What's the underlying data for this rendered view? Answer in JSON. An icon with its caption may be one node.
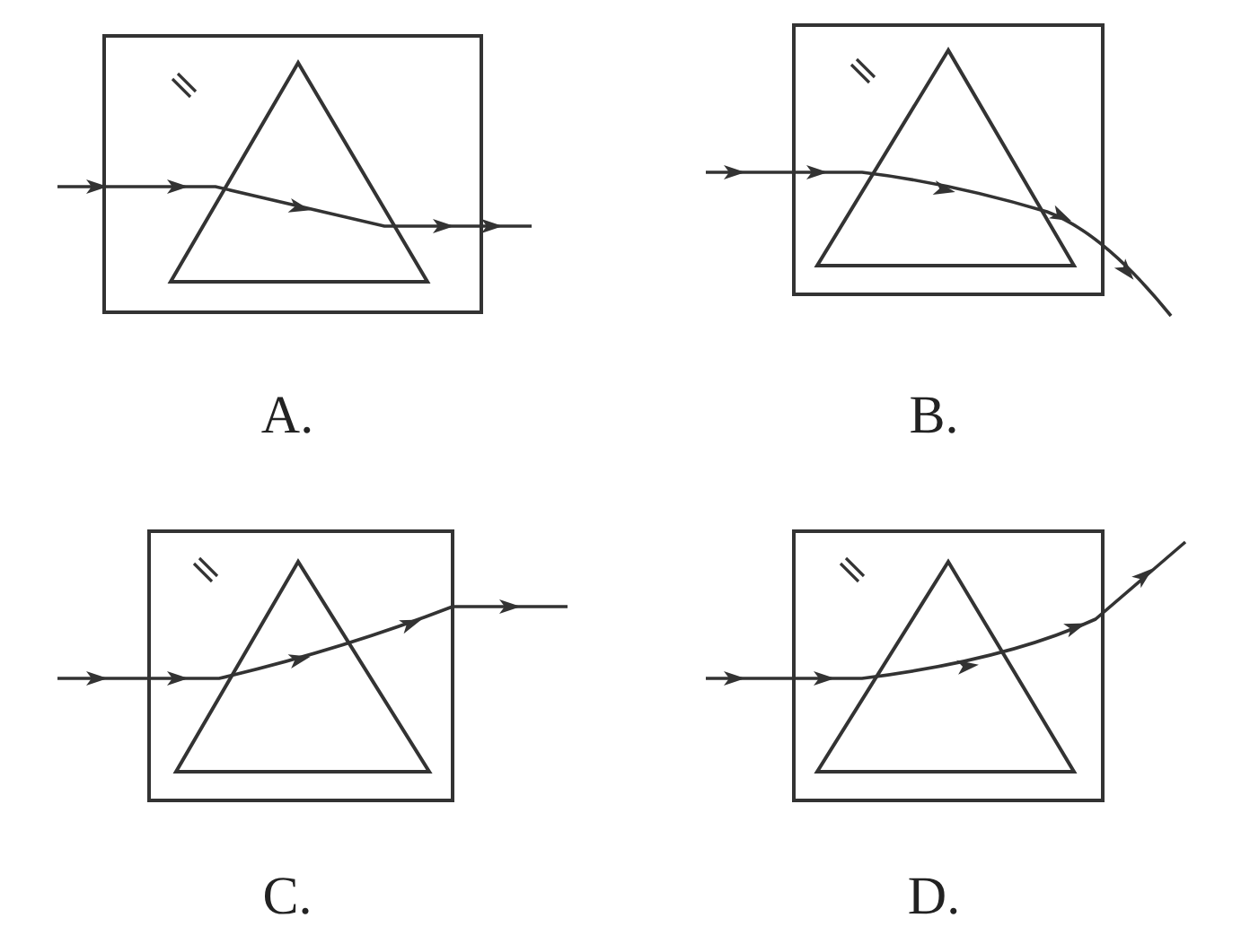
{
  "diagram": {
    "labels": [
      "A.",
      "B.",
      "C.",
      "D."
    ]
  }
}
